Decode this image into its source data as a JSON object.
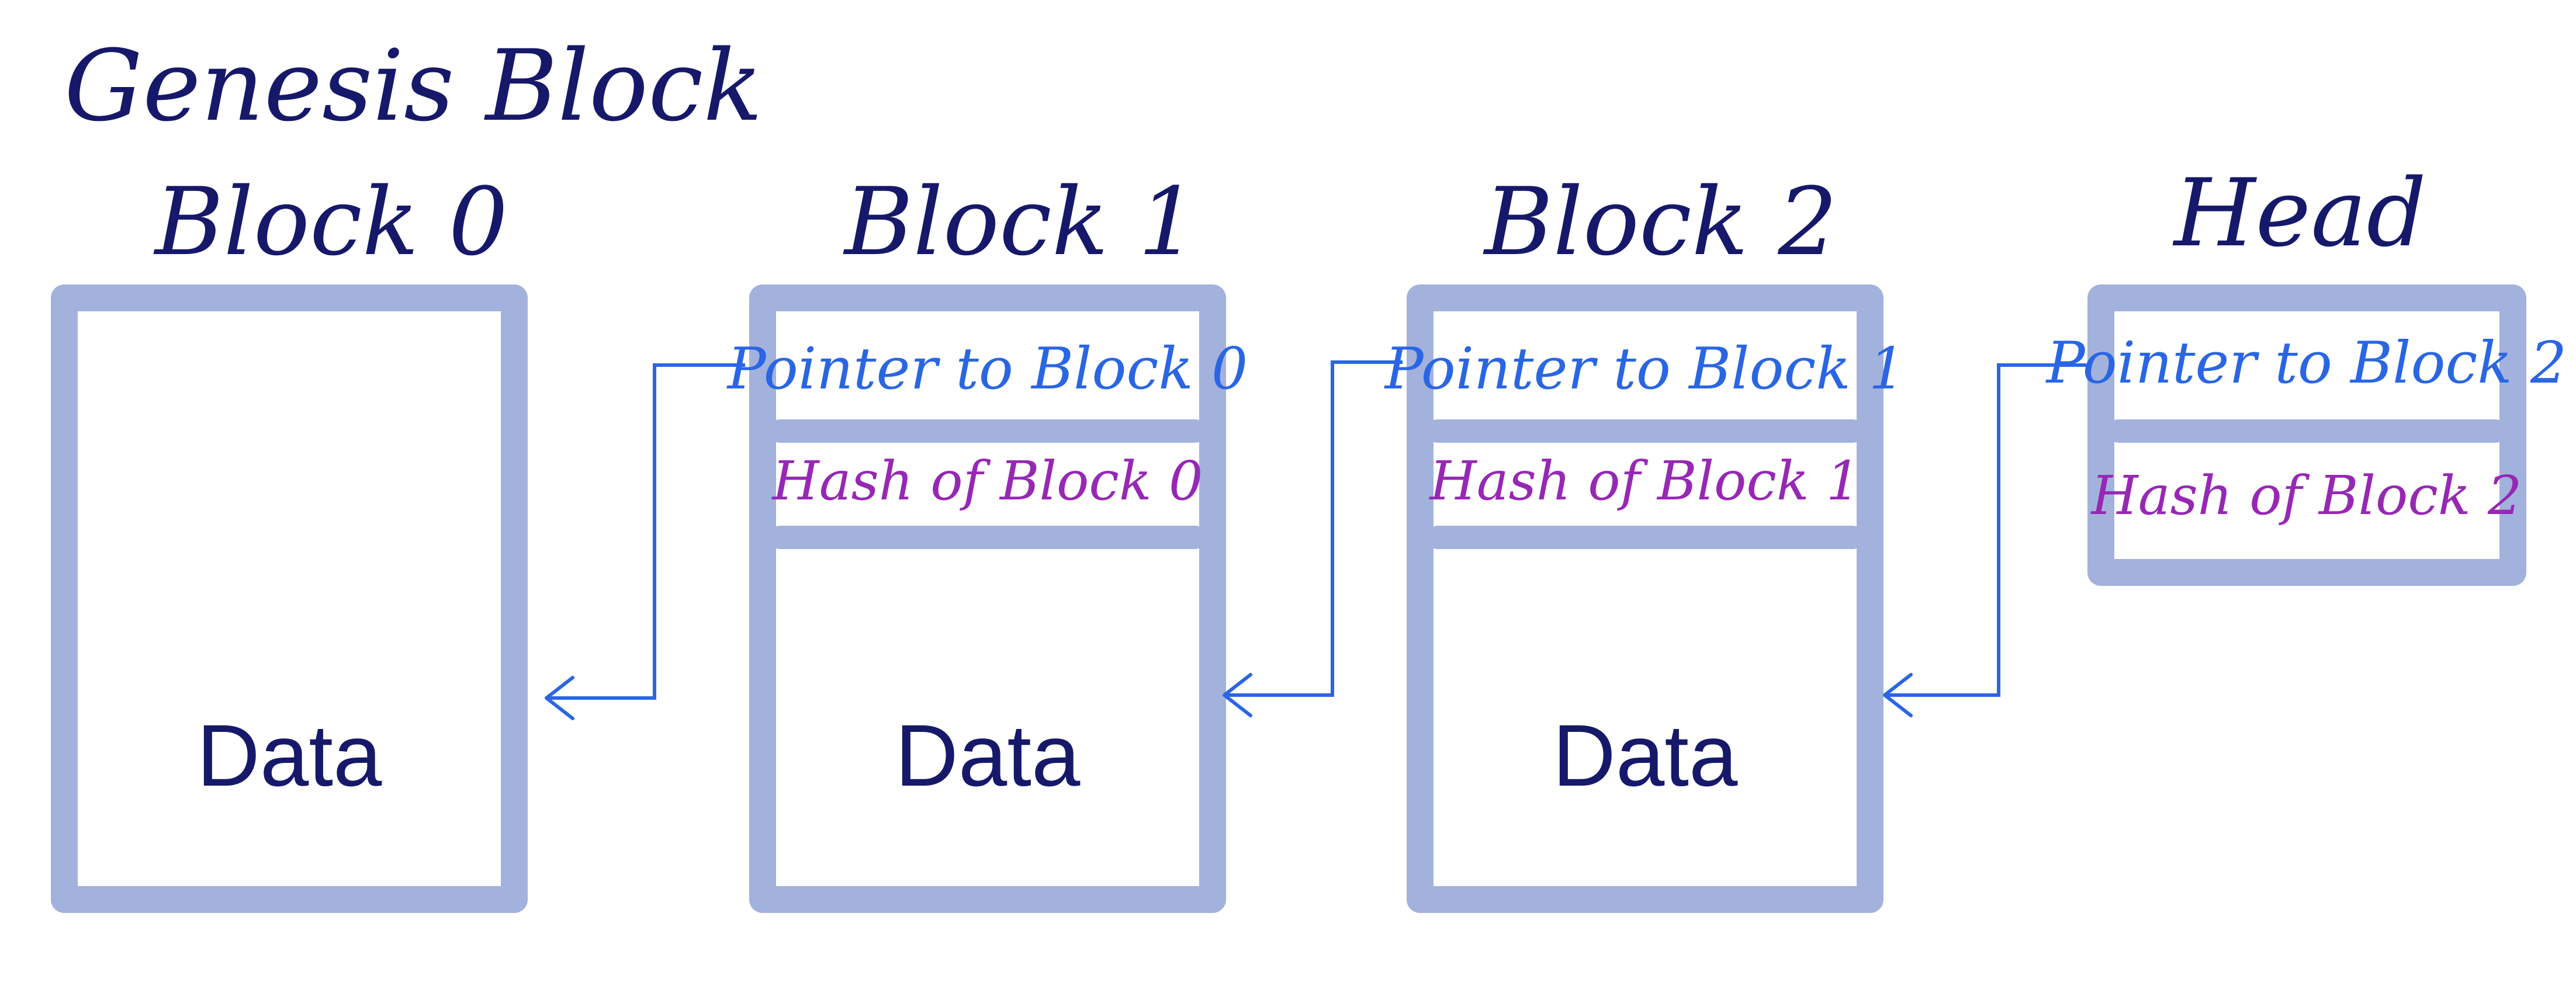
{
  "diagram": {
    "title": "Genesis Block",
    "data_label": "Data",
    "blocks": [
      {
        "label": "Block 0"
      },
      {
        "label": "Block 1",
        "pointer": "Pointer to Block 0",
        "hash": "Hash of Block 0"
      },
      {
        "label": "Block 2",
        "pointer": "Pointer to Block 1",
        "hash": "Hash of Block 1"
      }
    ],
    "head": {
      "label": "Head",
      "pointer": "Pointer to Block 2",
      "hash": "Hash of Block 2"
    }
  },
  "colors": {
    "frame": "#a3b2dc",
    "handwriting": "#16186a",
    "pointer": "#2a66e4",
    "hash": "#9628b4"
  }
}
